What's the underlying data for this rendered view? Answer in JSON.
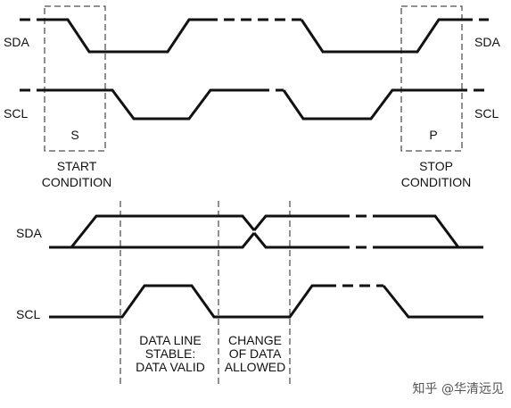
{
  "top": {
    "sda_left": "SDA",
    "sda_right": "SDA",
    "scl_left": "SCL",
    "scl_right": "SCL",
    "start_box": "S",
    "stop_box": "P",
    "start_caption": [
      "START",
      "CONDITION"
    ],
    "stop_caption": [
      "STOP",
      "CONDITION"
    ]
  },
  "bottom": {
    "sda": "SDA",
    "scl": "SCL",
    "data_valid_caption": [
      "DATA LINE",
      "STABLE:",
      "DATA VALID"
    ],
    "change_caption": [
      "CHANGE",
      "OF DATA",
      "ALLOWED"
    ]
  },
  "watermark": "知乎 @华清远见"
}
